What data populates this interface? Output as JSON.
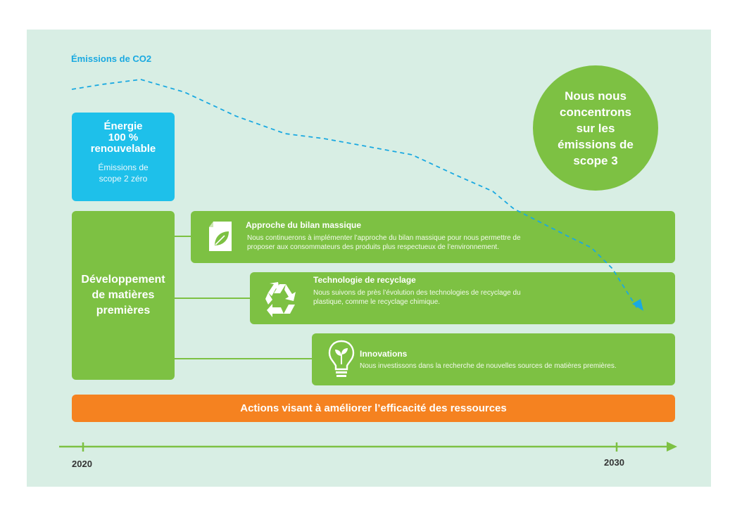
{
  "co2_label": "Émissions de CO2",
  "energy": {
    "title_line1": "Énergie",
    "title_line2": "100 %",
    "title_line3": "renouvelable",
    "sub_line1": "Émissions de",
    "sub_line2": "scope 2 zéro"
  },
  "scope3": {
    "line1": "Nous nous",
    "line2": "concentrons",
    "line3": "sur les",
    "line4": "émissions de",
    "line5": "scope 3"
  },
  "development": {
    "line1": "Développement",
    "line2": "de matières",
    "line3": "premières"
  },
  "mass_balance": {
    "title": "Approche du bilan massique",
    "desc_line1": "Nous continuerons à implémenter l’approche du bilan massique pour nous permettre de",
    "desc_line2": "proposer aux consommateurs des produits plus respectueux de l’environnement.",
    "icon": "document-leaf-icon"
  },
  "recycling": {
    "title": "Technologie de recyclage",
    "desc_line1": "Nous suivons de près l’évolution des technologies de recyclage du",
    "desc_line2": "plastique, comme le recyclage chimique.",
    "icon": "recycle-icon"
  },
  "innovations": {
    "title": "Innovations",
    "desc": "Nous investissons dans la recherche de nouvelles sources de matières premières.",
    "icon": "lightbulb-leaf-icon"
  },
  "resource_efficiency": "Actions visant à améliorer l’efficacité des ressources",
  "timeline": {
    "start": "2020",
    "end": "2030"
  },
  "colors": {
    "background": "#d8eee4",
    "blue": "#1ec0ea",
    "green": "#7dc143",
    "orange": "#f58220",
    "dash_line": "#1aa9e1"
  }
}
